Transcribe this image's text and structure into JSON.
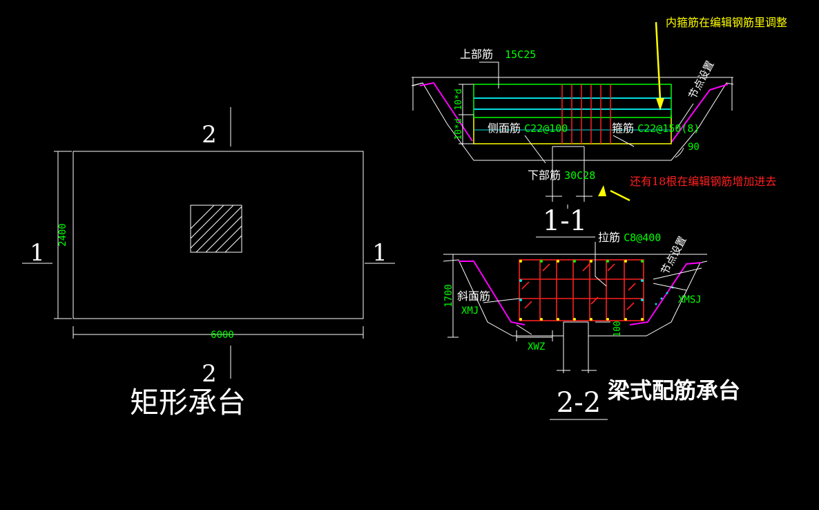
{
  "plan": {
    "section_mark_top": "2",
    "section_mark_bottom": "2",
    "section_mark_left": "1",
    "section_mark_right": "1",
    "dim_height": "2400",
    "dim_width": "6000",
    "caption": "矩形承台"
  },
  "section_1_1": {
    "title": "1-1",
    "top_bar_label": "上部筋",
    "top_bar_value": "15C25",
    "side_bar_label": "侧面筋",
    "side_bar_value": "C22@100",
    "stirrup_label": "箍筋",
    "stirrup_value": "C22@150(8)",
    "bottom_bar_label": "下部筋",
    "bottom_bar_value": "30C28",
    "anchor_top": "10*d",
    "anchor_bottom": "10*d",
    "angle": "90",
    "node_setting": "节点设置"
  },
  "section_2_2": {
    "title": "2-2",
    "tie_bar_label": "拉筋",
    "tie_bar_value": "C8@400",
    "slope_bar_label": "斜面筋",
    "slope_bar_code": "XMJ",
    "dim_height": "1700",
    "dim_small": "100",
    "xwz": "XWZ",
    "xmsj": "XMSJ",
    "node_setting": "节点设置"
  },
  "annotations": {
    "inner_stirrup_note": "内箍筋在编辑钢筋里调整",
    "extra_bars_note": "还有18根在编辑钢筋增加进去"
  },
  "caption_beam": "梁式配筋承台",
  "colors": {
    "background": "#000000",
    "line": "#ffffff",
    "dimension": "#00ff00",
    "rebar_main": "#00ff00",
    "rebar_side": "#00e0e0",
    "stirrup": "#ff2020",
    "outline_bar": "#ffff00",
    "slope_bar": "#ff00ff",
    "note_yellow": "#ffff00",
    "note_red": "#ff2020"
  }
}
